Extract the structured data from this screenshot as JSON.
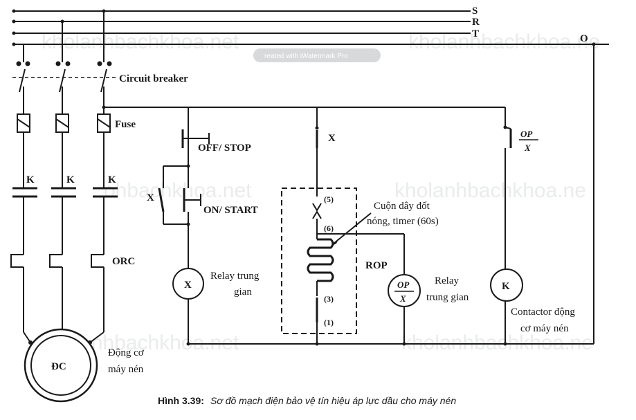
{
  "phases": {
    "s": "S",
    "r": "R",
    "t": "T",
    "o": "O"
  },
  "labels": {
    "circuit_breaker": "Circuit breaker",
    "fuse": "Fuse",
    "k": "K",
    "orc": "ORC",
    "motor": "ĐC",
    "motor_desc_1": "Động cơ",
    "motor_desc_2": "máy nén",
    "off_stop": "OFF/ STOP",
    "on_start": "ON/ START",
    "x": "X",
    "relay1_desc_1": "Relay trung",
    "relay1_desc_2": "gian",
    "coil_desc_1": "Cuộn dây đốt",
    "coil_desc_2": "nóng, timer (60s)",
    "terminal_5": "(5)",
    "terminal_6": "(6)",
    "terminal_3": "(3)",
    "terminal_1": "(1)",
    "rop": "ROP",
    "op": "OP",
    "relay2_desc_1": "Relay",
    "relay2_desc_2": "trung gian",
    "contactor_desc_1": "Contactor động",
    "contactor_desc_2": "cơ máy nén"
  },
  "caption": {
    "number": "Hình 3.39:",
    "text": "Sơ đồ mạch điện bảo vệ tín hiệu áp lực dầu cho máy nén"
  },
  "watermarks": {
    "site": "kholanhbachkhoa.net",
    "site_short": "kholanhbachkhoa.ne",
    "site_fragment": "ohbachkhoa.net",
    "pill": "reated with iWatermark Pro"
  },
  "colors": {
    "ink": "#1a1a1a",
    "watermark": "#cfd3d6"
  }
}
